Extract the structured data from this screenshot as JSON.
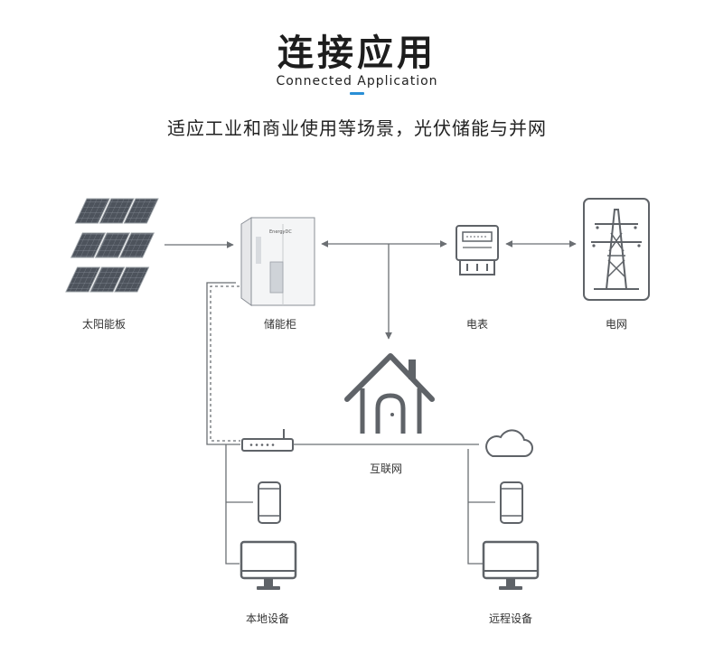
{
  "header": {
    "title": "连接应用",
    "subtitle": "Connected Application",
    "description": "适应工业和商业使用等场景，光伏储能与并网"
  },
  "nodes": {
    "solar": "太阳能板",
    "storage": "储能柜",
    "meter": "电表",
    "grid": "电网",
    "internet": "互联网",
    "local": "本地设备",
    "remote": "远程设备"
  },
  "cabinet_brand": "EnergyDC",
  "colors": {
    "accent": "#2a8fd6",
    "line": "#6b6f73",
    "icon": "#5f6368",
    "panel": "#4a4f57"
  }
}
